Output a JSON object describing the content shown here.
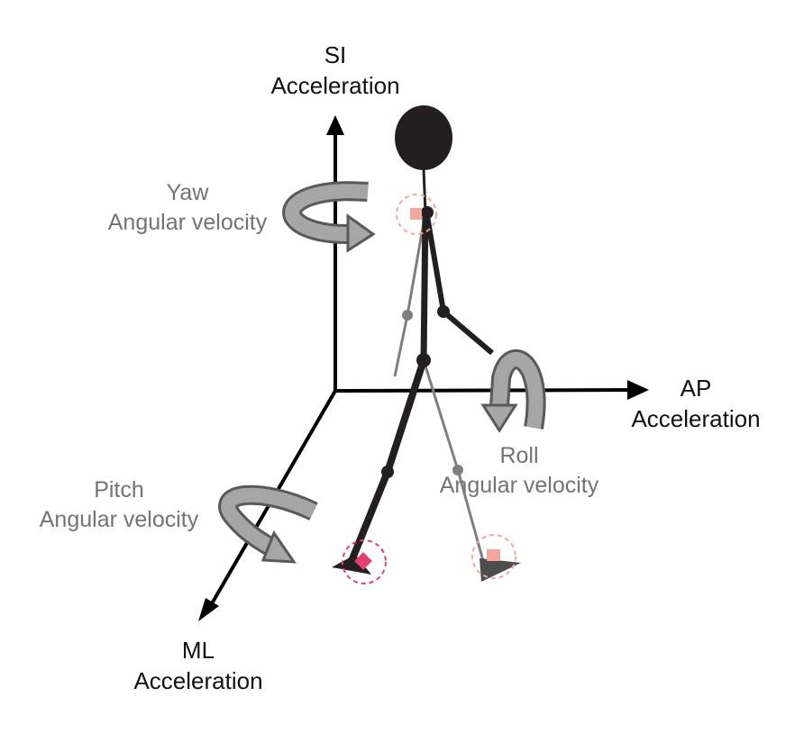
{
  "axes": {
    "si": {
      "line1": "SI",
      "line2": "Acceleration"
    },
    "ap": {
      "line1": "AP",
      "line2": "Acceleration"
    },
    "ml": {
      "line1": "ML",
      "line2": "Acceleration"
    }
  },
  "rotations": {
    "yaw": {
      "line1": "Yaw",
      "line2": "Angular velocity"
    },
    "roll": {
      "line1": "Roll",
      "line2": "Angular velocity"
    },
    "pitch": {
      "line1": "Pitch",
      "line2": "Angular velocity"
    }
  },
  "colors": {
    "axis": "#000000",
    "figure": "#231f20",
    "rear_leg": "#7f7f7f",
    "rotation_arrow": "#8c8c8c",
    "sensor_pink": "#f4a7a0",
    "sensor_magenta": "#e2416f"
  }
}
